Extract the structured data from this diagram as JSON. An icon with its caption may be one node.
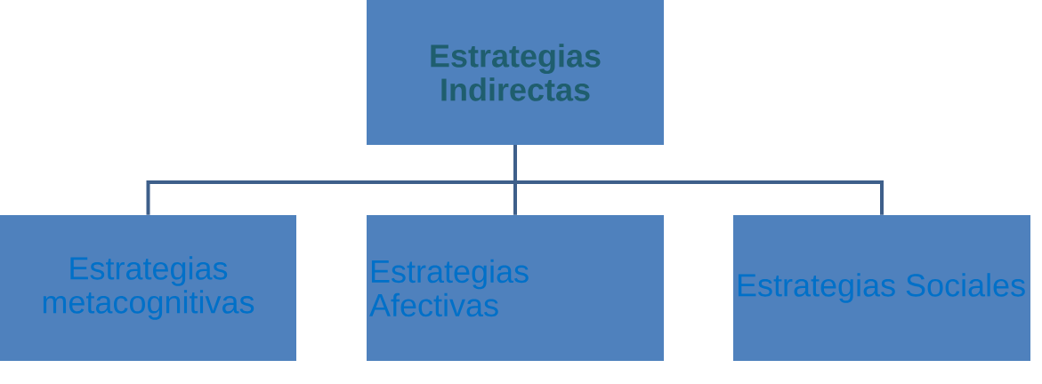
{
  "diagram": {
    "nodes": [
      {
        "text": [
          "Estrategias Indirectas"
        ]
      },
      {
        "text": [
          "Estrategias metacognitivas"
        ]
      },
      {
        "text": [
          "Estrategias Afectivas"
        ]
      },
      {
        "text": [
          "Estrategias Sociales"
        ]
      }
    ],
    "edges": [
      {
        "from": 0,
        "to": 1,
        "arrow": "none"
      },
      {
        "from": 0,
        "to": 2,
        "arrow": "none"
      },
      {
        "from": 0,
        "to": 3,
        "arrow": "none"
      }
    ]
  }
}
